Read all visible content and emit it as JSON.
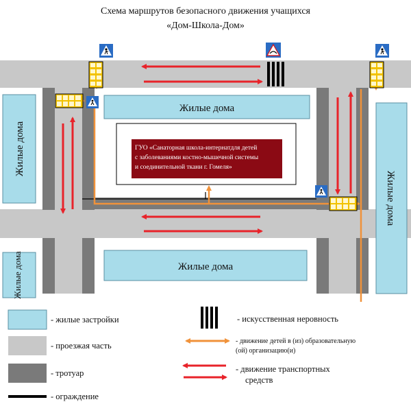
{
  "title": {
    "line1": "Схема маршрутов безопасного движения учащихся",
    "line2": "«Дом-Школа-Дом»"
  },
  "blocks": {
    "top": "Жилые дома",
    "left": "Жилые дома",
    "right": "Жилые дома",
    "bottom": "Жилые дома",
    "bottom_left": "Жилые дома"
  },
  "school": {
    "line1": "ГУО «Санаторная школа-интернатдля детей",
    "line2": "с заболеваниями костно-мышечной системы",
    "line3": "и соединительной ткани г. Гомеля»"
  },
  "legend": {
    "residential": "- жилые застройки",
    "roadway": "- проезжая часть",
    "sidewalk": "- тротуар",
    "fence": "- ограждение",
    "bump": "- искусственная неровность",
    "children_line1": "- движение детей в (из) образовательную",
    "children_line2": "(ой) организацию(и)",
    "traffic_line1": "- движение транспортных",
    "traffic_line2": "средств"
  },
  "colors": {
    "residential": "#a8dcea",
    "roadway": "#c8c8c8",
    "sidewalk": "#7a7a7a",
    "school": "#8b0a14",
    "children_route": "#f0923a",
    "traffic": "#e8232a",
    "traffic_light": "#f2c200"
  },
  "icons": {
    "crossing": "pedestrian-crossing-sign-icon",
    "bump_sign": "speed-bump-warning-sign-icon",
    "traffic_light": "traffic-light-icon"
  }
}
